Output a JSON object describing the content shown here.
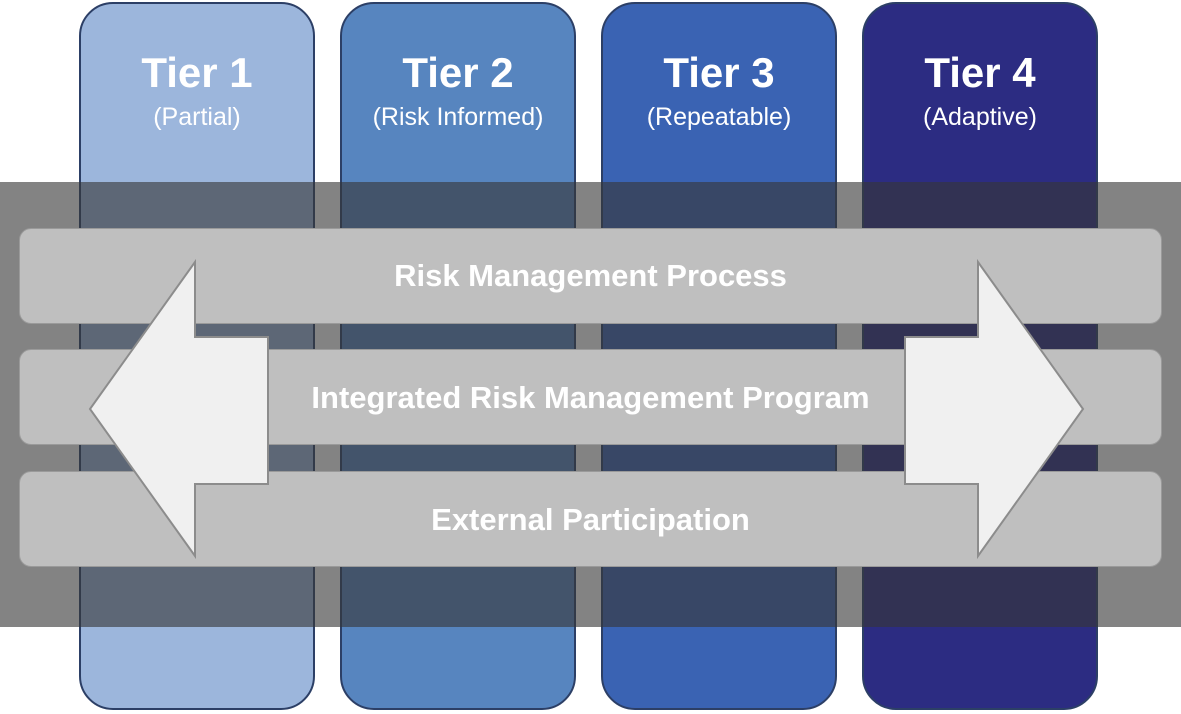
{
  "tiers": [
    {
      "title": "Tier 1",
      "subtitle": "(Partial)",
      "color": "#9cb6dc"
    },
    {
      "title": "Tier 2",
      "subtitle": "(Risk Informed)",
      "color": "#5785bf"
    },
    {
      "title": "Tier 3",
      "subtitle": "(Repeatable)",
      "color": "#3a63b3"
    },
    {
      "title": "Tier 4",
      "subtitle": "(Adaptive)",
      "color": "#2c2c82"
    }
  ],
  "bars": [
    {
      "label": "Risk Management Process"
    },
    {
      "label": "Integrated Risk Management Program"
    },
    {
      "label": "External Participation"
    }
  ],
  "colors": {
    "bar_fill": "#bfbfbf",
    "overlay_band": "#4a4a4a",
    "arrow_fill": "#f0f0f0"
  }
}
